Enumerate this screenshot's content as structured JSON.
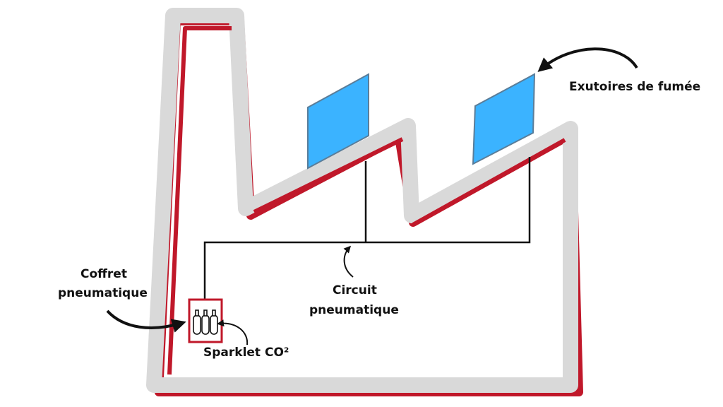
{
  "labels": {
    "smoke_vents": "Exutoires de fumée",
    "pneumatic_box_line1": "Coffret",
    "pneumatic_box_line2": "pneumatique",
    "pneumatic_circuit_line1": "Circuit",
    "pneumatic_circuit_line2": "pneumatique",
    "co2_sparklet": "Sparklet CO²"
  },
  "colors": {
    "background": "#ffffff",
    "building_outline": "#d9d9d9",
    "building_shadow": "#c0182a",
    "vent_fill": "#3bb3ff",
    "vent_stroke": "#5a7d99",
    "circuit_line": "#111111",
    "arrow": "#111111",
    "text": "#111111"
  }
}
